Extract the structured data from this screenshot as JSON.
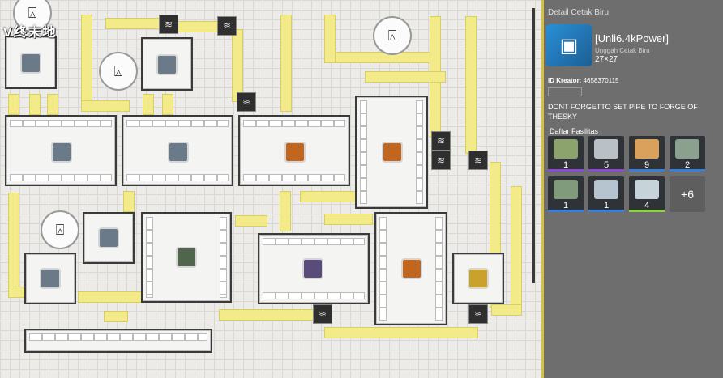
{
  "logo": {
    "text": "终末地",
    "alt": "V"
  },
  "map": {
    "relays": [
      {
        "id": "relay-1"
      },
      {
        "id": "relay-2"
      },
      {
        "id": "relay-3"
      },
      {
        "id": "relay-4"
      }
    ],
    "connector_symbol": "≋"
  },
  "panel": {
    "header": "Detail Cetak Biru",
    "blueprint_name": "[Unli6.4kPower]",
    "blueprint_sub": "Unggah Cetak Biru",
    "size": "27×27",
    "creator_label": "ID Kreator:",
    "creator_id": "4658370115",
    "description": "DONT FORGETTO SET PIPE TO FORGE OF THESKY",
    "facilities_title": "Daftar Fasilitas",
    "facilities": [
      {
        "count": "1",
        "color": "#8ca36e",
        "bar": "#8a4bd0"
      },
      {
        "count": "5",
        "color": "#b9c1c6",
        "bar": "#8a4bd0"
      },
      {
        "count": "9",
        "color": "#d9a15b",
        "bar": "#3a7fd6"
      },
      {
        "count": "2",
        "color": "#8ca090",
        "bar": "#3a7fd6"
      },
      {
        "count": "1",
        "color": "#7f9b7b",
        "bar": "#3a7fd6"
      },
      {
        "count": "1",
        "color": "#b6c4cf",
        "bar": "#3a7fd6"
      },
      {
        "count": "4",
        "color": "#c6d3d8",
        "bar": "#8bd14a"
      }
    ],
    "more_label": "+6"
  }
}
